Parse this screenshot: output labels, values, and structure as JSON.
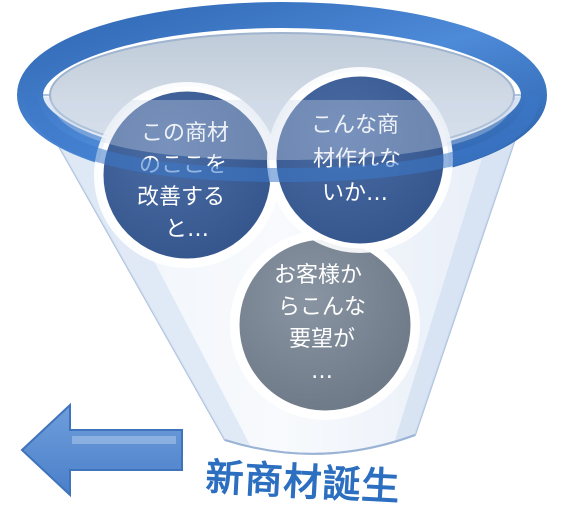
{
  "bubbles": [
    {
      "lines": [
        "この商材",
        "のここを",
        "改善する",
        "と…"
      ]
    },
    {
      "lines": [
        "こんな商",
        "材作れな",
        "いか…"
      ]
    },
    {
      "lines": [
        "お客様か",
        "らこんな",
        "要望が",
        "…"
      ]
    }
  ],
  "caption": "新商材誕生",
  "colors": {
    "bubble_dark": "#3d5f97",
    "bubble_grey": "#7e8a98",
    "funnel_blue": "#3b77c6",
    "arrow_blue": "#5b8fd4",
    "caption": "#2c6ebf"
  }
}
